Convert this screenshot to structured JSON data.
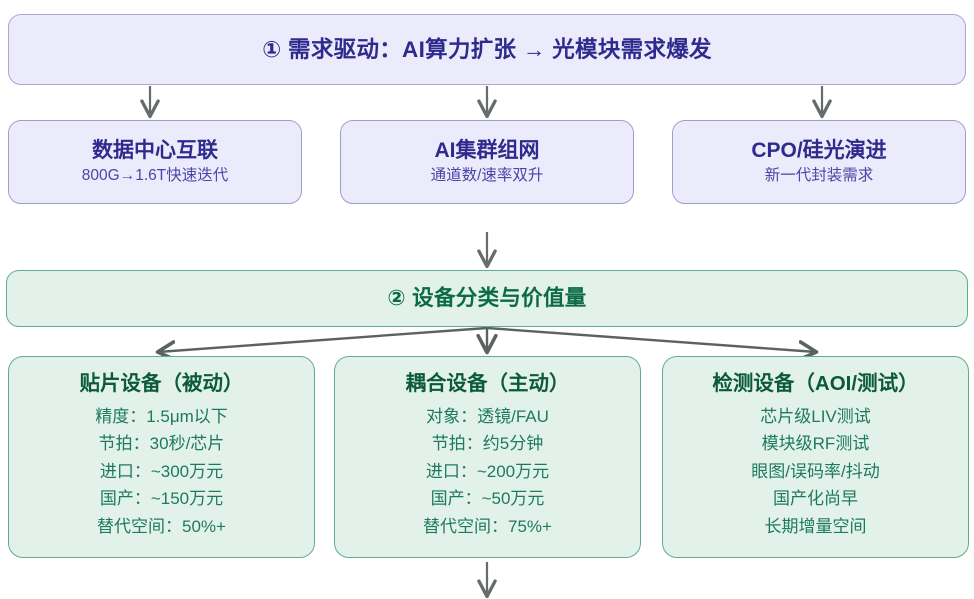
{
  "stage1": {
    "banner": "① 需求驱动：AI算力扩张 → 光模块需求爆发",
    "cards": [
      {
        "title": "数据中心互联",
        "subtitle": "800G→1.6T快速迭代"
      },
      {
        "title": "AI集群组网",
        "subtitle": "通道数/速率双升"
      },
      {
        "title": "CPO/硅光演进",
        "subtitle": "新一代封装需求"
      }
    ]
  },
  "stage2": {
    "banner": "② 设备分类与价值量",
    "cards": [
      {
        "title": "贴片设备（被动）",
        "lines": [
          "精度：1.5μm以下",
          "节拍：30秒/芯片",
          "进口：~300万元",
          "国产：~150万元",
          "替代空间：50%+"
        ]
      },
      {
        "title": "耦合设备（主动）",
        "lines": [
          "对象：透镜/FAU",
          "节拍：约5分钟",
          "进口：~200万元",
          "国产：~50万元",
          "替代空间：75%+"
        ]
      },
      {
        "title": "检测设备（AOI/测试）",
        "lines": [
          "芯片级LIV测试",
          "模块级RF测试",
          "眼图/误码率/抖动",
          "国产化尚早",
          "长期增量空间"
        ]
      }
    ]
  },
  "colors": {
    "purple_fill": "#ecebfb",
    "purple_border": "#a09dcd",
    "purple_text": "#2f2b8e",
    "purple_sub_text": "#4a46a8",
    "green_fill": "#e2f2ea",
    "green_border": "#63ab90",
    "green_head_text": "#0c5a3e",
    "green_body_text": "#1e7a5e",
    "arrow": "#666b6b",
    "background": "#ffffff"
  }
}
